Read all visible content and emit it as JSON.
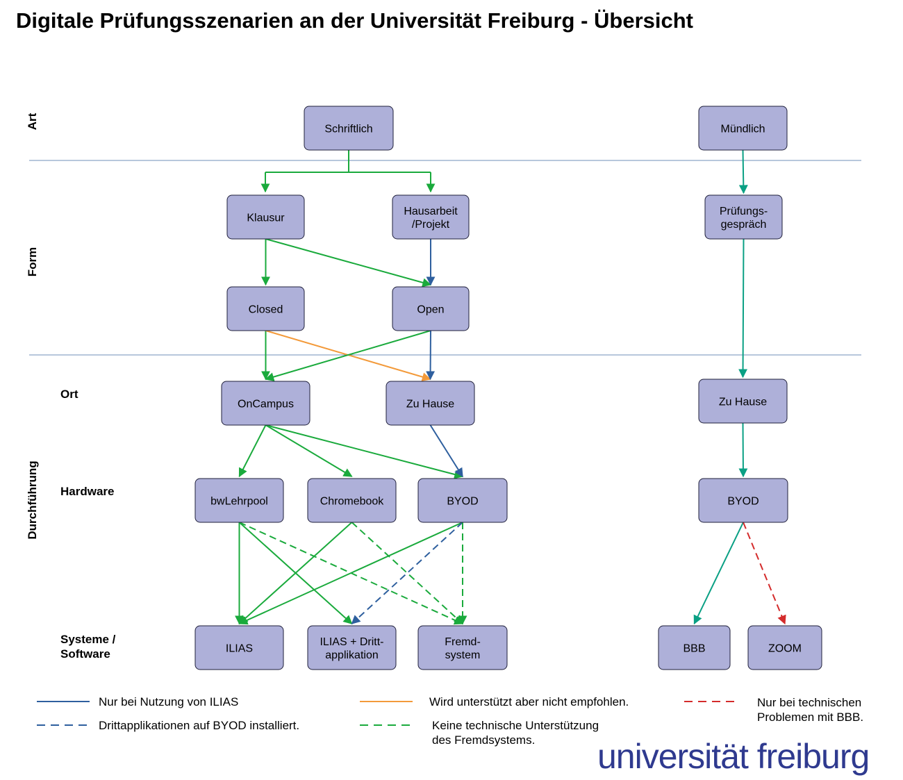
{
  "title": "Digitale Prüfungsszenarien an der Universität Freiburg - Übersicht",
  "colors": {
    "node_fill": "#aeb0d9",
    "green": "#1aaa3c",
    "teal": "#0aa084",
    "blue": "#2e5f9e",
    "orange": "#f39a3a",
    "red": "#d42b2b",
    "separator": "#6f8fb8",
    "logo": "#2f3a8f"
  },
  "lanes": {
    "art": "Art",
    "form": "Form",
    "durchfuehrung": "Durchführung",
    "ort": "Ort",
    "hardware": "Hardware",
    "systeme_line1": "Systeme /",
    "systeme_line2": "Software"
  },
  "nodes": [
    {
      "id": "schriftlich",
      "lines": [
        "Schriftlich"
      ]
    },
    {
      "id": "muendlich",
      "lines": [
        "Mündlich"
      ]
    },
    {
      "id": "klausur",
      "lines": [
        "Klausur"
      ]
    },
    {
      "id": "hausarbeit",
      "lines": [
        "Hausarbeit",
        "/Projekt"
      ]
    },
    {
      "id": "pruefungsgespraech",
      "lines": [
        "Prüfungs-",
        "gespräch"
      ]
    },
    {
      "id": "closed",
      "lines": [
        "Closed"
      ]
    },
    {
      "id": "open",
      "lines": [
        "Open"
      ]
    },
    {
      "id": "oncampus",
      "lines": [
        "OnCampus"
      ]
    },
    {
      "id": "zuhause1",
      "lines": [
        "Zu Hause"
      ]
    },
    {
      "id": "zuhause2",
      "lines": [
        "Zu Hause"
      ]
    },
    {
      "id": "bwlehrpool",
      "lines": [
        "bwLehrpool"
      ]
    },
    {
      "id": "chromebook",
      "lines": [
        "Chromebook"
      ]
    },
    {
      "id": "byod1",
      "lines": [
        "BYOD"
      ]
    },
    {
      "id": "byod2",
      "lines": [
        "BYOD"
      ]
    },
    {
      "id": "ilias",
      "lines": [
        "ILIAS"
      ]
    },
    {
      "id": "ilias_dritt",
      "lines": [
        "ILIAS + Dritt-",
        "applikation"
      ]
    },
    {
      "id": "fremdsystem",
      "lines": [
        "Fremd-",
        "system"
      ]
    },
    {
      "id": "bbb",
      "lines": [
        "BBB"
      ]
    },
    {
      "id": "zoom",
      "lines": [
        "ZOOM"
      ]
    }
  ],
  "edges": [
    {
      "from": "klausur",
      "to": "closed",
      "color": "green",
      "dash": false
    },
    {
      "from": "klausur",
      "to": "open",
      "color": "green",
      "dash": false
    },
    {
      "from": "hausarbeit",
      "to": "open",
      "color": "blue",
      "dash": false
    },
    {
      "from": "closed",
      "to": "oncampus",
      "color": "green",
      "dash": false
    },
    {
      "from": "closed",
      "to": "zuhause1",
      "color": "orange",
      "dash": false
    },
    {
      "from": "open",
      "to": "oncampus",
      "color": "green",
      "dash": false
    },
    {
      "from": "open",
      "to": "zuhause1",
      "color": "blue",
      "dash": false
    },
    {
      "from": "oncampus",
      "to": "bwlehrpool",
      "color": "green",
      "dash": false
    },
    {
      "from": "oncampus",
      "to": "chromebook",
      "color": "green",
      "dash": false
    },
    {
      "from": "oncampus",
      "to": "byod1",
      "color": "green",
      "dash": false
    },
    {
      "from": "zuhause1",
      "to": "byod1",
      "color": "blue",
      "dash": false
    },
    {
      "from": "bwlehrpool",
      "to": "ilias",
      "color": "green",
      "dash": false
    },
    {
      "from": "bwlehrpool",
      "to": "ilias_dritt",
      "color": "green",
      "dash": false
    },
    {
      "from": "bwlehrpool",
      "to": "fremdsystem",
      "color": "green",
      "dash": true
    },
    {
      "from": "chromebook",
      "to": "ilias",
      "color": "green",
      "dash": false
    },
    {
      "from": "chromebook",
      "to": "fremdsystem",
      "color": "green",
      "dash": true
    },
    {
      "from": "byod1",
      "to": "ilias",
      "color": "green",
      "dash": false
    },
    {
      "from": "byod1",
      "to": "ilias_dritt",
      "color": "blue",
      "dash": true
    },
    {
      "from": "byod1",
      "to": "fremdsystem",
      "color": "green",
      "dash": true
    },
    {
      "from": "muendlich",
      "to": "pruefungsgespraech",
      "color": "teal",
      "dash": false
    },
    {
      "from": "pruefungsgespraech",
      "to": "zuhause2",
      "color": "teal",
      "dash": false
    },
    {
      "from": "zuhause2",
      "to": "byod2",
      "color": "teal",
      "dash": false
    },
    {
      "from": "byod2",
      "to": "bbb",
      "color": "teal",
      "dash": false
    },
    {
      "from": "byod2",
      "to": "zoom",
      "color": "red",
      "dash": true
    }
  ],
  "legend": [
    {
      "color": "blue",
      "dash": false,
      "lines": [
        "Nur bei Nutzung von ILIAS"
      ]
    },
    {
      "color": "blue",
      "dash": true,
      "lines": [
        "Drittapplikationen auf BYOD installiert."
      ]
    },
    {
      "color": "orange",
      "dash": false,
      "lines": [
        "Wird unterstützt aber nicht empfohlen."
      ]
    },
    {
      "color": "green",
      "dash": true,
      "lines": [
        "Keine technische Unterstützung",
        "des Fremdsystems."
      ]
    },
    {
      "color": "red",
      "dash": true,
      "lines": [
        "Nur bei technischen",
        "Problemen mit BBB."
      ]
    }
  ],
  "logo": "universität freiburg"
}
